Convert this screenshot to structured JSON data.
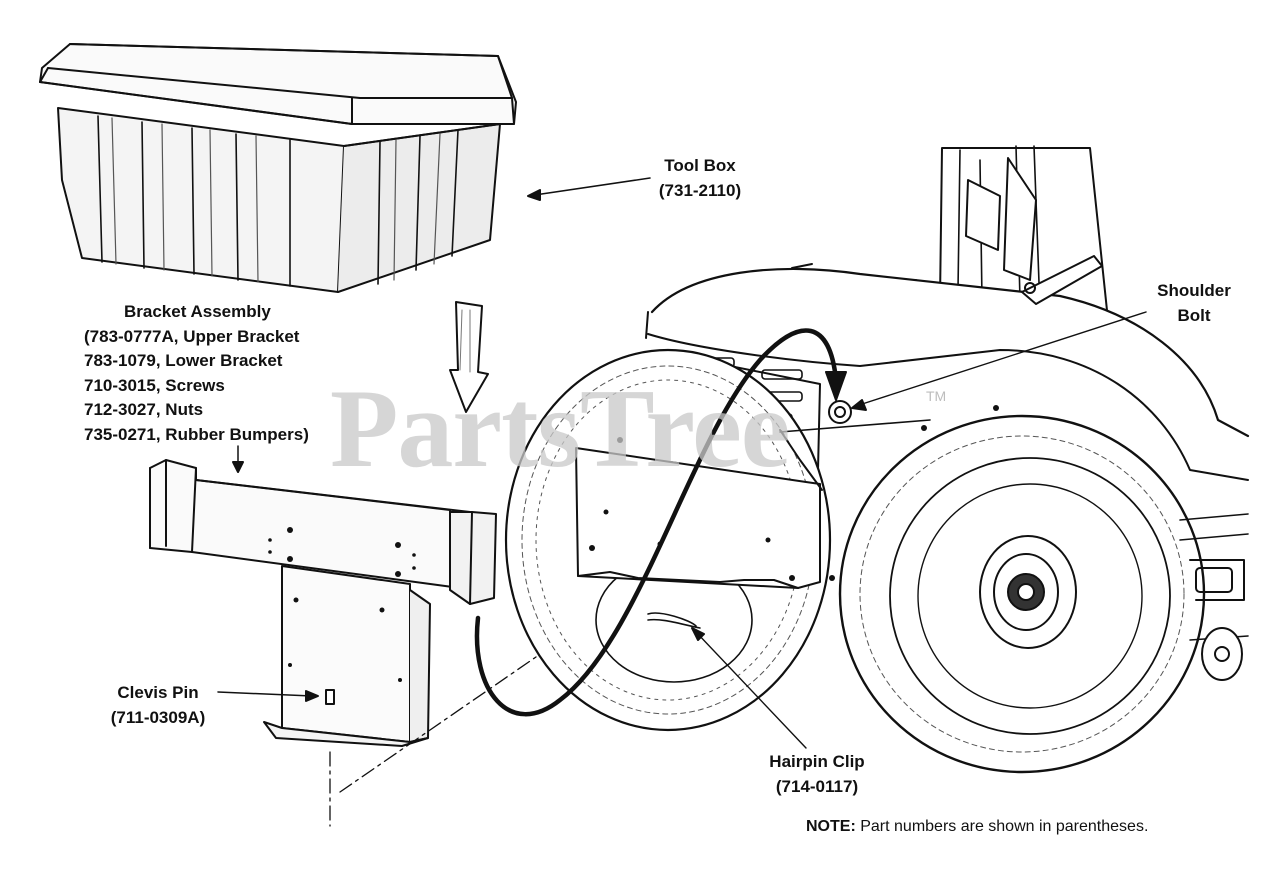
{
  "watermark": {
    "text": "PartsTree",
    "mark": "TM"
  },
  "labels": {
    "tool_box": {
      "name": "Tool Box",
      "part": "(731-2110)"
    },
    "bracket_assembly": {
      "lines": [
        "Bracket Assembly",
        "(783-0777A, Upper Bracket",
        "783-1079, Lower Bracket",
        "710-3015, Screws",
        "712-3027, Nuts",
        "735-0271, Rubber Bumpers)"
      ]
    },
    "shoulder_bolt": {
      "line1": "Shoulder",
      "line2": "Bolt"
    },
    "clevis_pin": {
      "name": "Clevis Pin",
      "part": "(711-0309A)"
    },
    "hairpin_clip": {
      "name": "Hairpin Clip",
      "part": "(714-0117)"
    }
  },
  "note": {
    "prefix": "NOTE:",
    "text": " Part numbers are shown in parentheses."
  },
  "colors": {
    "ink": "#111111",
    "watermark": "#c9c9c9",
    "paper": "#ffffff"
  }
}
